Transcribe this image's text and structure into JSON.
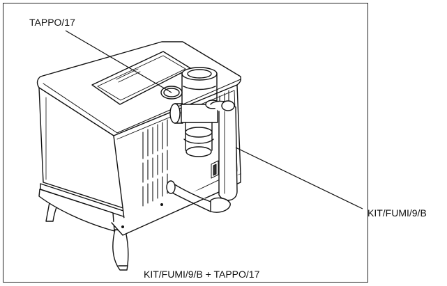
{
  "labels": {
    "tappo": "TAPPO/17",
    "kit": "KIT/FUMI/9/B",
    "caption": "KIT/FUMI/9/B + TAPPO/17"
  }
}
